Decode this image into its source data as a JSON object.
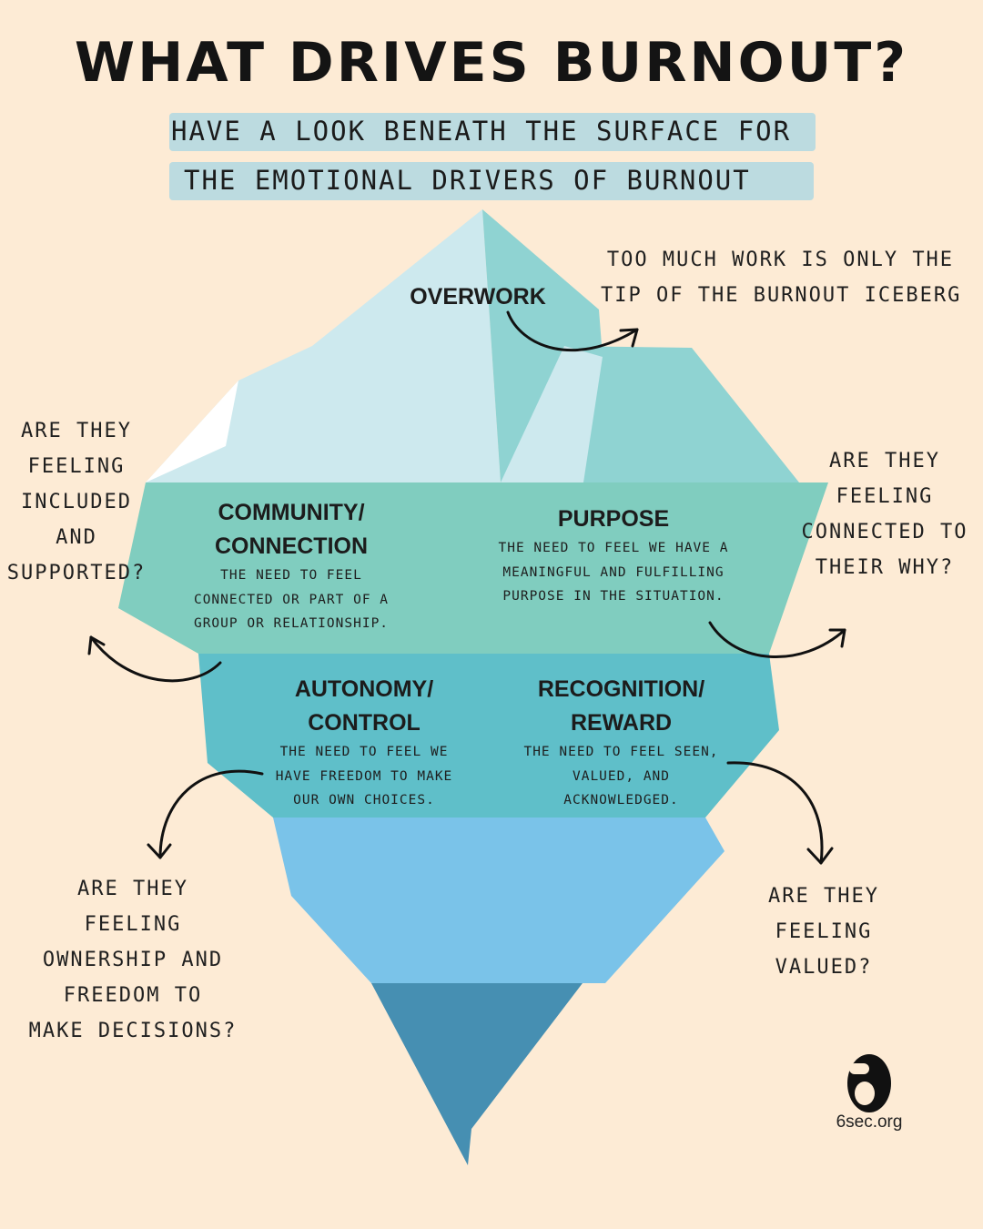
{
  "title": "WHAT DRIVES BURNOUT?",
  "subtitle": {
    "line1": "HAVE A LOOK BENEATH THE SURFACE FOR",
    "line2": "THE EMOTIONAL DRIVERS OF BURNOUT"
  },
  "tip": {
    "label": "OVERWORK",
    "note": [
      "TOO MUCH WORK IS ONLY THE",
      "TIP OF THE BURNOUT ICEBERG"
    ]
  },
  "drivers": {
    "community": {
      "heading": [
        "COMMUNITY/",
        "CONNECTION"
      ],
      "desc": [
        "THE NEED TO FEEL",
        "CONNECTED OR PART OF A",
        "GROUP OR RELATIONSHIP."
      ],
      "question": [
        "ARE THEY",
        "FEELING",
        "INCLUDED",
        "AND",
        "SUPPORTED?"
      ]
    },
    "purpose": {
      "heading": [
        "PURPOSE"
      ],
      "desc": [
        "THE NEED TO FEEL WE HAVE A",
        "MEANINGFUL AND FULFILLING",
        "PURPOSE IN THE SITUATION."
      ],
      "question": [
        "ARE THEY",
        "FEELING",
        "CONNECTED TO",
        "THEIR WHY?"
      ]
    },
    "autonomy": {
      "heading": [
        "AUTONOMY/",
        "CONTROL"
      ],
      "desc": [
        "THE NEED TO FEEL WE",
        "HAVE FREEDOM TO MAKE",
        "OUR OWN CHOICES."
      ],
      "question": [
        "ARE THEY",
        "FEELING",
        "OWNERSHIP AND",
        "FREEDOM TO",
        "MAKE DECISIONS?"
      ]
    },
    "recognition": {
      "heading": [
        "RECOGNITION/",
        "REWARD"
      ],
      "desc": [
        "THE NEED TO FEEL SEEN,",
        "VALUED, AND",
        "ACKNOWLEDGED."
      ],
      "question": [
        "ARE THEY",
        "FEELING",
        "VALUED?"
      ]
    }
  },
  "brand": {
    "logo_icon": "6sec-logo-icon",
    "site": "6sec.org"
  },
  "colors": {
    "background": "#fdebd5",
    "subtitle_band": "#bcdbe0",
    "ice_light": "#cde9ee",
    "ice_mid": "#8fd3d2",
    "band_upper": "#80cdbf",
    "band_lower": "#5fbfc9",
    "underwater": "#7ac3e9",
    "deep": "#468fb2"
  }
}
